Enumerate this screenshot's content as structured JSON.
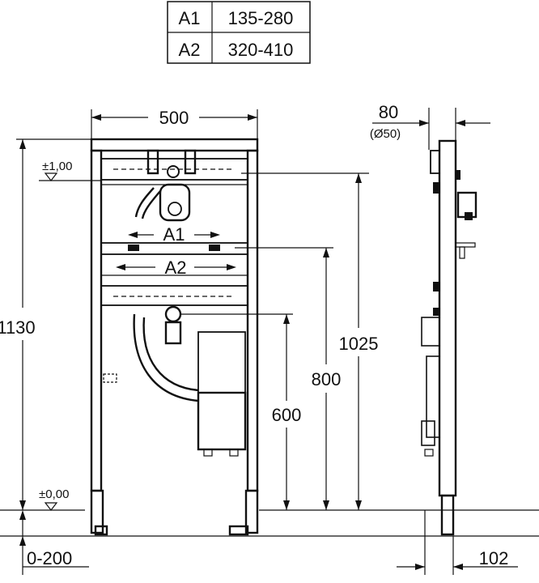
{
  "table": {
    "rows": [
      {
        "key": "A1",
        "value": "135-280"
      },
      {
        "key": "A2",
        "value": "320-410"
      }
    ]
  },
  "dimensions": {
    "width_front": "500",
    "height_total": "1130",
    "height_1025": "1025",
    "height_800": "800",
    "height_600": "600",
    "adjust_floor": "0-200",
    "depth": "80",
    "pipe_diameter": "(Ø50)",
    "offset_side": "102",
    "level_top": "±1,00",
    "level_floor": "±0,00",
    "label_a1": "A1",
    "label_a2": "A2"
  }
}
